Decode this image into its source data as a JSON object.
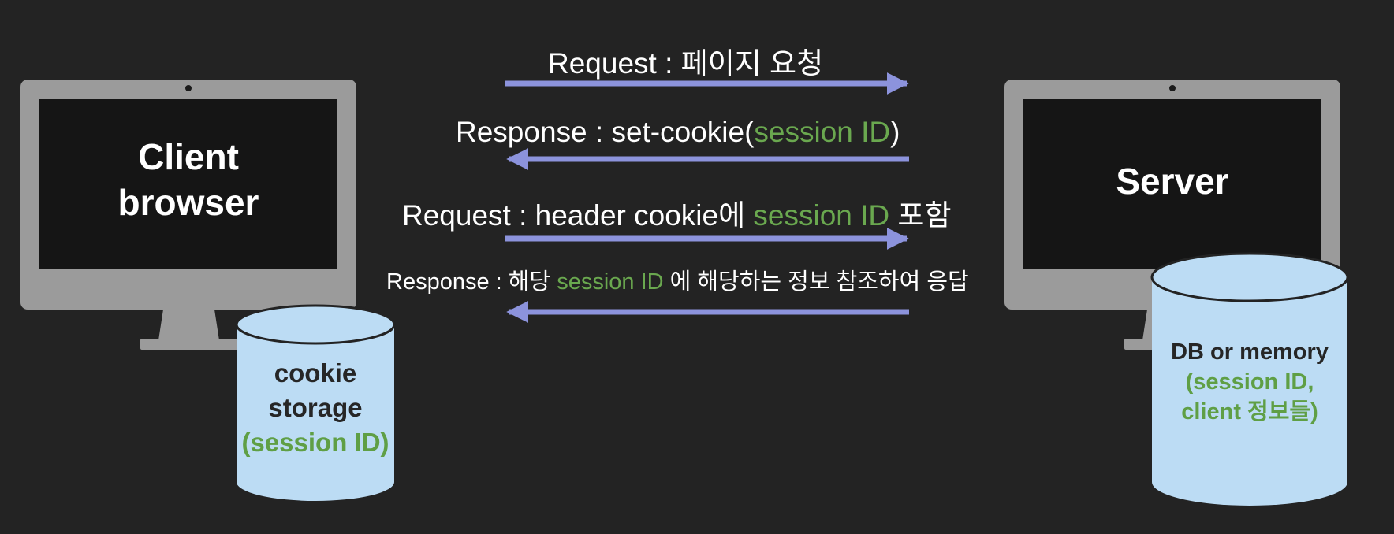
{
  "colors": {
    "background": "#232323",
    "monitor": "#9b9b9b",
    "screen": "#151515",
    "arrow": "#8c93dc",
    "cylinder": "#bcdcf4",
    "highlight": "#6aa84f"
  },
  "client": {
    "title_line1": "Client",
    "title_line2": "browser",
    "storage": {
      "line1": "cookie",
      "line2": "storage",
      "line3": "(session ID)"
    }
  },
  "server": {
    "title": "Server",
    "storage": {
      "line1": "DB or memory",
      "line2": "(session ID,",
      "line3": "client 정보들)"
    }
  },
  "messages": [
    {
      "direction": "to-server",
      "text": "Request : 페이지 요청"
    },
    {
      "direction": "to-client",
      "prefix": "Response : set-cookie(",
      "highlight": "session ID",
      "suffix": ")"
    },
    {
      "direction": "to-server",
      "prefix": "Request : header cookie에 ",
      "highlight": "session ID",
      "suffix": " 포함"
    },
    {
      "direction": "to-client",
      "prefix": "Response : 해당 ",
      "highlight": "session ID",
      "suffix": " 에 해당하는 정보 참조하여 응답"
    }
  ]
}
